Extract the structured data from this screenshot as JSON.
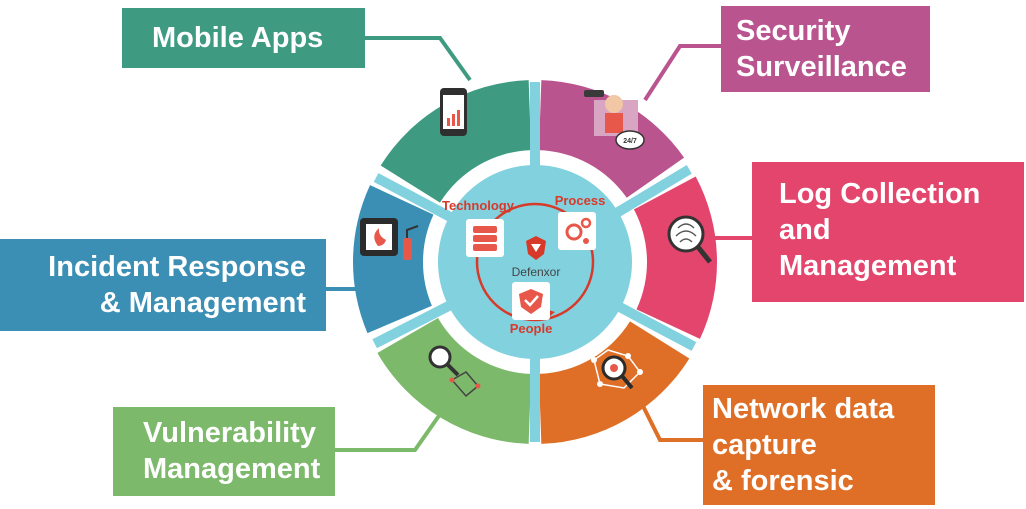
{
  "colors": {
    "mobile": "#3e9b82",
    "security": "#b9548f",
    "log": "#e3456c",
    "incident": "#3c8fb4",
    "vulnerability": "#7cb96b",
    "network": "#df6f26",
    "hub": "#82d1df",
    "accent": "#d83a2a"
  },
  "boxes": {
    "mobile": {
      "lines": [
        "Mobile Apps"
      ]
    },
    "security": {
      "lines": [
        "Security",
        "Surveillance"
      ]
    },
    "log": {
      "lines": [
        "Log Collection",
        "and",
        "Management"
      ]
    },
    "incident": {
      "lines": [
        "Incident Response",
        "& Management"
      ]
    },
    "vulnerability": {
      "lines": [
        "Vulnerability",
        "Management"
      ]
    },
    "network": {
      "lines": [
        "Network data",
        "capture",
        "& forensic"
      ]
    }
  },
  "hub": {
    "brand": "Defenxor",
    "labels": {
      "technology": "Technology",
      "process": "Process",
      "people": "People"
    }
  },
  "icons": {
    "mobile": "smartphone-icon",
    "security": "security-guard-cctv-icon",
    "log": "fingerprint-magnifier-icon",
    "incident": "fire-extinguisher-icon",
    "vulnerability": "magnifier-network-icon",
    "network": "network-magnifier-icon",
    "technology": "server-icon",
    "process": "gears-icon",
    "people": "shield-icon"
  }
}
